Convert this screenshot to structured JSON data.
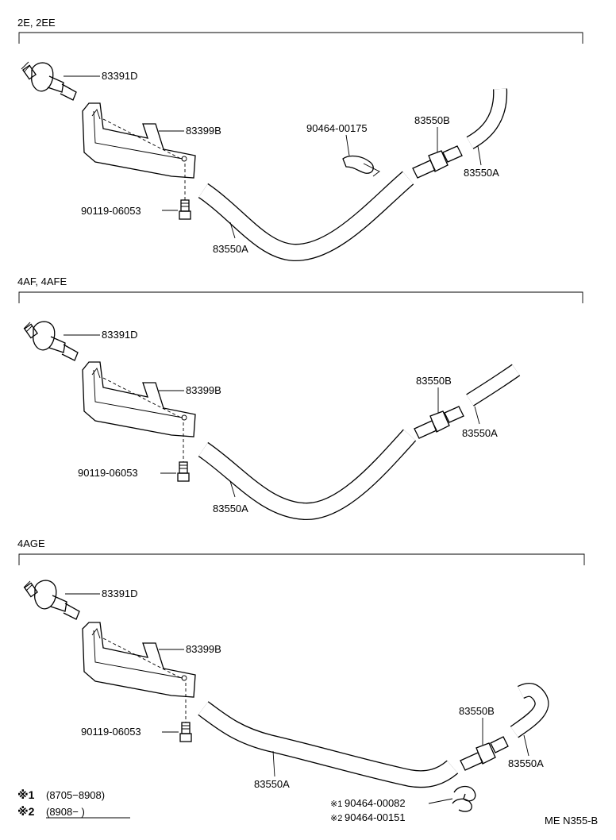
{
  "sections": [
    {
      "title": "2E, 2EE",
      "labels": {
        "vsv": "83391D",
        "bracket": "83399B",
        "bolt": "90119-06053",
        "hose_main": "83550A",
        "joint": "83550B",
        "hose_end": "83550A",
        "clip": "90464-00175"
      }
    },
    {
      "title": "4AF, 4AFE",
      "labels": {
        "vsv": "83391D",
        "bracket": "83399B",
        "bolt": "90119-06053",
        "hose_main": "83550A",
        "joint": "83550B",
        "hose_end": "83550A"
      }
    },
    {
      "title": "4AGE",
      "labels": {
        "vsv": "83391D",
        "bracket": "83399B",
        "bolt": "90119-06053",
        "hose_main": "83550A",
        "joint": "83550B",
        "hose_end": "83550A",
        "clip1": "90464-00082",
        "clip2": "90464-00151"
      }
    }
  ],
  "legend": {
    "mark1": "※1",
    "range1": "(8705−8908)",
    "mark2": "※2",
    "range2": "(8908−      )",
    "small_mark1": "※1",
    "small_mark2": "※2"
  },
  "drawing_code": "ME N355-B"
}
